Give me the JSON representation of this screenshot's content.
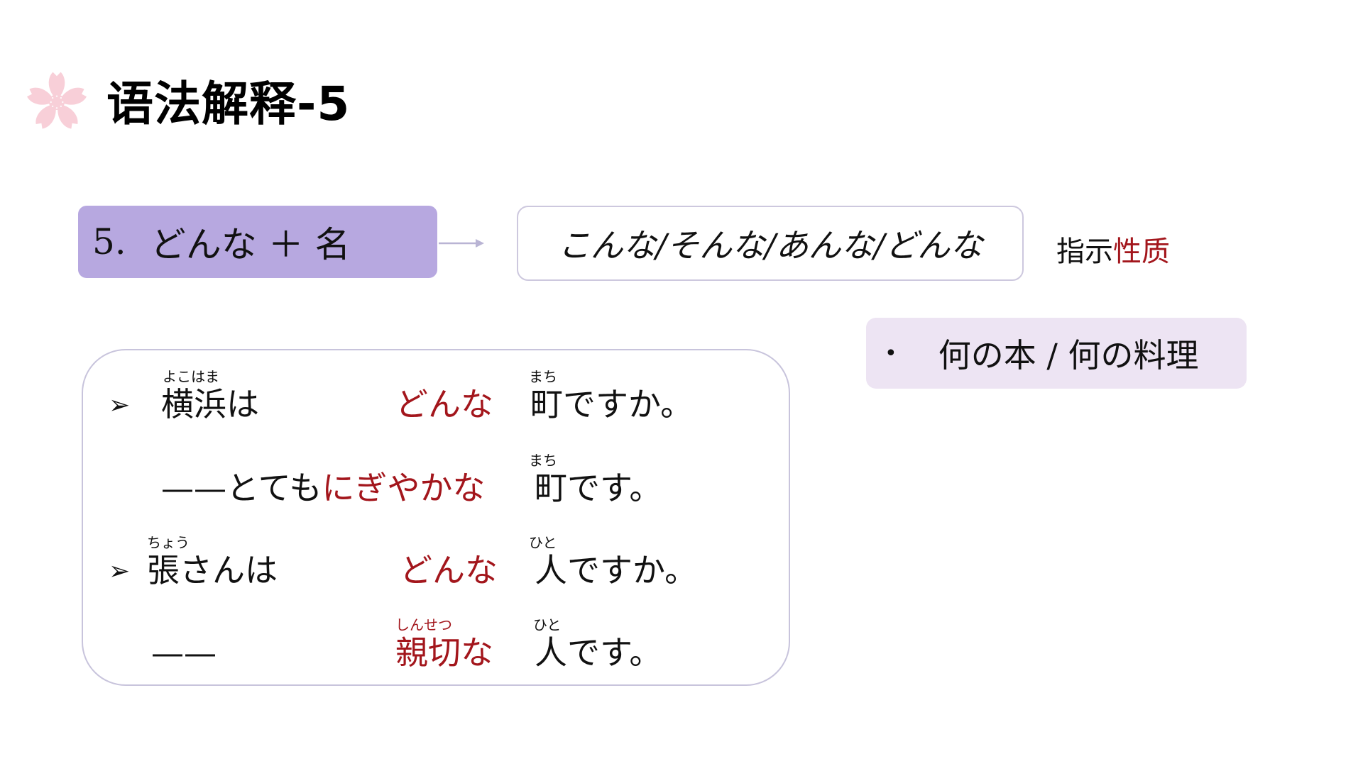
{
  "header": {
    "icon": "sakura-flower-icon",
    "title": "语法解释-5"
  },
  "pattern": {
    "number": "5.",
    "text": "どんな ＋ 名",
    "color": "#b7a8e0"
  },
  "forms": {
    "text": "こんな/そんな/あんな/どんな"
  },
  "note": {
    "prefix": "指示",
    "highlight": "性质",
    "highlight_color": "#a3161c"
  },
  "example": {
    "bullet": "•",
    "text": "何の本 / 何の料理"
  },
  "sentences": [
    {
      "marker": "➢",
      "subject": "横浜は",
      "subject_ruby": "よこはま",
      "keyword": "どんな",
      "noun": "町ですか。",
      "noun_ruby": "まち"
    },
    {
      "dash": "——",
      "adverb": "とても",
      "keyword": "にぎやかな",
      "noun": "町です。",
      "noun_ruby": "まち"
    },
    {
      "marker": "➢",
      "subject": "張さんは",
      "subject_ruby": "ちょう",
      "keyword": "どんな",
      "noun": "人ですか。",
      "noun_ruby": "ひと"
    },
    {
      "dash": "——",
      "keyword": "親切な",
      "keyword_ruby": "しんせつ",
      "noun": "人です。",
      "noun_ruby": "ひと"
    }
  ],
  "colors": {
    "accent_red": "#a3161c",
    "lavender": "#ede4f3",
    "border": "#c8c4dc",
    "sakura": "#f7cdd6"
  }
}
